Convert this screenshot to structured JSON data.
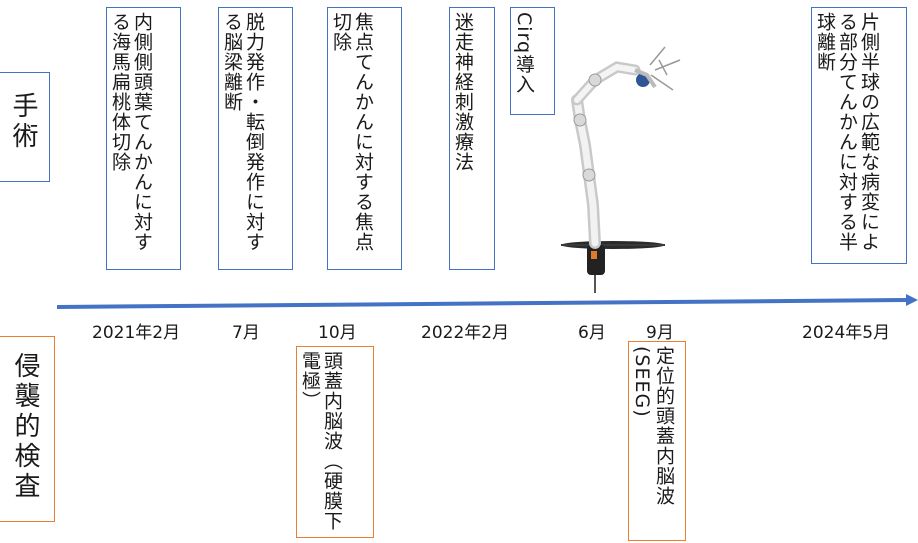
{
  "left_labels": {
    "surgery": "手術",
    "invasive": "侵襲的検査"
  },
  "timeline": {
    "dates": [
      "2021年2月",
      "7月",
      "10月",
      "2022年2月",
      "6月",
      "9月",
      "2024年5月"
    ]
  },
  "surgeries": [
    "内側側頭葉てんかんに対する海馬扁桃体切除",
    "脱力発作・転倒発作に対する脳梁離断",
    "焦点てんかんに対する焦点切除",
    "迷走神経刺激療法",
    "Cirq導入",
    "片側半球の広範な病変による部分てんかんに対する半球離断"
  ],
  "invasive_tests": [
    "頭蓋内脳波（硬膜下電極）",
    "定位的頭蓋内脳波(SEEG)"
  ],
  "colors": {
    "surgery_border": "#4472C4",
    "invasive_border": "#ED7D31",
    "timeline": "#4472C4"
  },
  "image": {
    "icon": "robot-arm-icon"
  }
}
